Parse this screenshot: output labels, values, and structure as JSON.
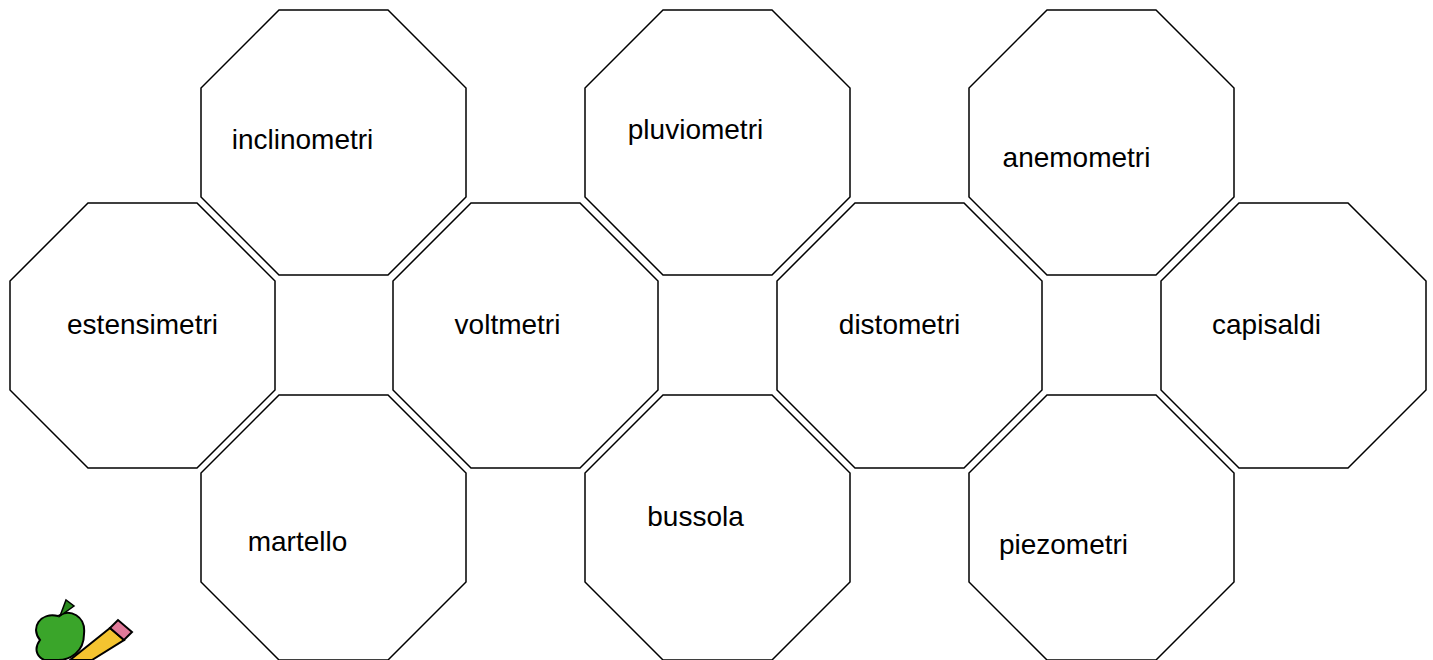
{
  "diagram": {
    "nodes": [
      {
        "text": [
          "inclinometri"
        ]
      },
      {
        "text": [
          "pluviometri"
        ]
      },
      {
        "text": [
          "anemometri"
        ]
      },
      {
        "text": [
          "estensimetri"
        ]
      },
      {
        "text": [
          "voltmetri"
        ]
      },
      {
        "text": [
          "distometri"
        ]
      },
      {
        "text": [
          "capisaldi"
        ]
      },
      {
        "text": [
          "martello"
        ]
      },
      {
        "text": [
          "bussola"
        ]
      },
      {
        "text": [
          "piezometri"
        ]
      }
    ]
  }
}
